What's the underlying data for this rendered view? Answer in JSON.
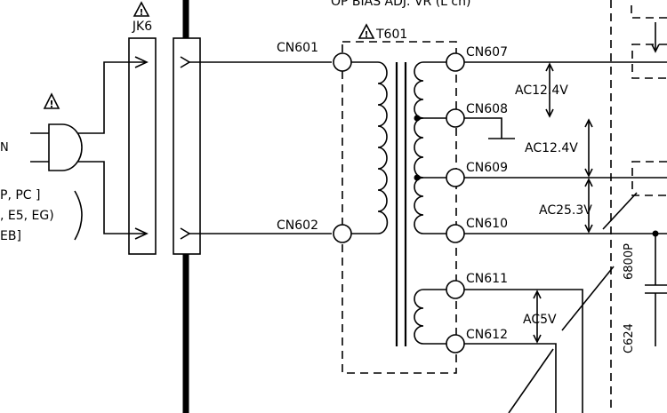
{
  "header_fragment": "OP BIAS ADJ. VR (L ch)",
  "jack": {
    "name": "JK6",
    "warning_symbol": "!"
  },
  "plug": {
    "warning_symbol": "!",
    "partial_label": "N"
  },
  "region_codes": [
    "P, PC ]",
    ", E5, EG)",
    "EB]"
  ],
  "transformer": {
    "name": "T601",
    "warning_symbol": "!"
  },
  "connectors": {
    "primary": [
      "CN601",
      "CN602"
    ],
    "secondary": [
      "CN607",
      "CN608",
      "CN609",
      "CN610",
      "CN611",
      "CN612"
    ]
  },
  "voltages": [
    "AC12.4V",
    "AC12.4V",
    "AC25.3V",
    "AC5V"
  ],
  "capacitor": {
    "ref": "C624",
    "value": "6800P"
  }
}
